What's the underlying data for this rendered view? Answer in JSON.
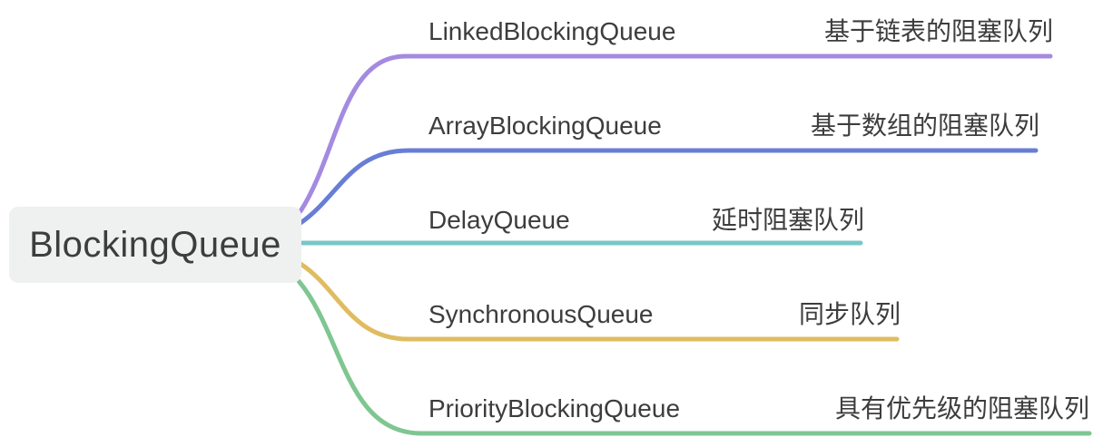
{
  "root": {
    "label": "BlockingQueue"
  },
  "branches": [
    {
      "name": "LinkedBlockingQueue",
      "desc": "基于链表的阻塞队列",
      "color": "#a48ae0"
    },
    {
      "name": "ArrayBlockingQueue",
      "desc": "基于数组的阻塞队列",
      "color": "#687ed6"
    },
    {
      "name": "DelayQueue",
      "desc": "延时阻塞队列",
      "color": "#79c7c7"
    },
    {
      "name": "SynchronousQueue",
      "desc": "同步队列",
      "color": "#e0bc60"
    },
    {
      "name": "PriorityBlockingQueue",
      "desc": "具有优先级的阻塞队列",
      "color": "#7fc691"
    }
  ],
  "style": {
    "root_bg": "#eff0f0",
    "text_color": "#3d3d3d"
  }
}
